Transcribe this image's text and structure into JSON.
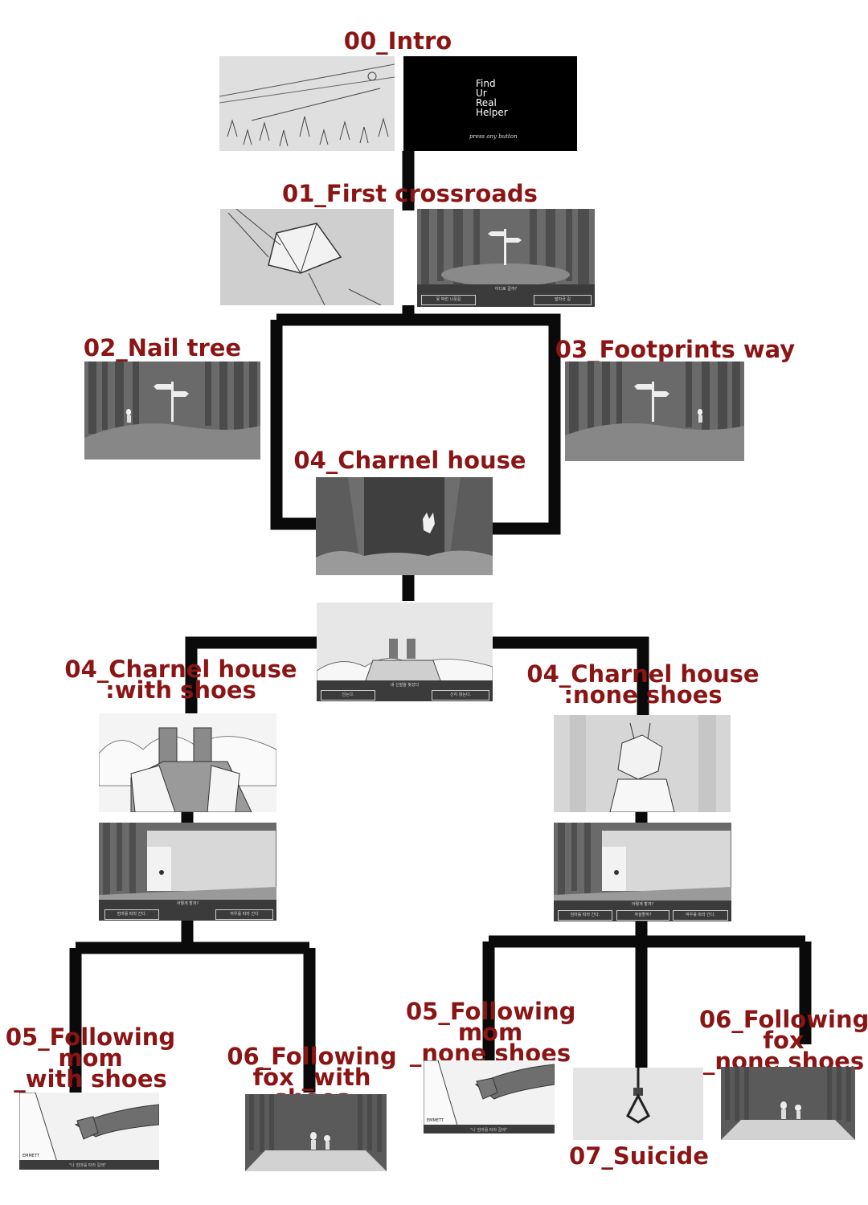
{
  "titles": {
    "intro": "00_Intro",
    "first_crossroads": "01_First crossroads",
    "nail_tree": "02_Nail tree",
    "footprints_way": "03_Footprints way",
    "charnel_house": "04_Charnel house",
    "charnel_with_shoes": "04_Charnel house\n:with shoes",
    "charnel_none_shoes": "04_Charnel house\n:none shoes",
    "mom_with_shoes": "05_Following\nmom\n_with shoes",
    "fox_with_shoes": "06_Following\nfox _with shoes",
    "mom_none_shoes": "05_Following\nmom\n_none shoes",
    "suicide": "07_Suicide",
    "fox_none_shoes": "06_Following\nfox\n_none shoes"
  },
  "intro_screen": {
    "line1": "Find",
    "line2": "Ur",
    "line3": "Real",
    "line4": "Helper",
    "prompt": "press any button"
  },
  "crossroads_dialog": {
    "question": "어디로 갈까?",
    "left": "못 박힌 나뭇길",
    "right": "발자국 길"
  },
  "shoes_dialog": {
    "question": "내 신발을 찾았다",
    "left": "신는다.",
    "right": "신지 않는다."
  },
  "with_shoes_dialog": {
    "question": "어떻게 할까?",
    "left": "엄마를 따라 간다.",
    "right": "여우를 따라 간다"
  },
  "none_shoes_dialog": {
    "question": "어떻게 할까?",
    "left": "엄마를 따라 간다.",
    "middle": "자살할까?",
    "right": "여우를 따라 간다."
  },
  "mom_subtitle": {
    "speaker": "EMMETT",
    "line": "\"나 엄마를 따라 갈래\""
  },
  "colors": {
    "title": "#8b1414",
    "connector": "#0a0a0a"
  }
}
